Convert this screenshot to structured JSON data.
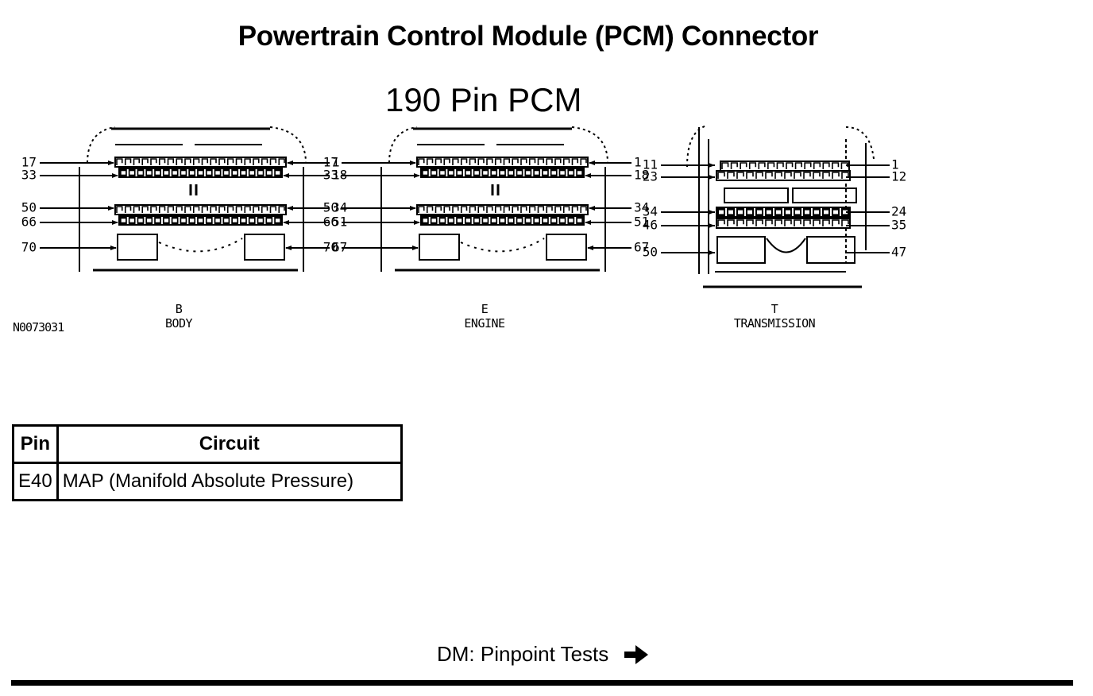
{
  "page": {
    "title": "Powertrain Control Module (PCM) Connector",
    "subtitle": "190 Pin PCM",
    "figure_id": "N0073031"
  },
  "connectors": [
    {
      "letter": "B",
      "name": "BODY",
      "style": "standard",
      "left_labels": [
        "17",
        "33",
        "50",
        "66",
        "70"
      ],
      "right_labels": [
        "1",
        "18",
        "34",
        "51",
        "67"
      ]
    },
    {
      "letter": "E",
      "name": "ENGINE",
      "style": "standard",
      "left_labels": [
        "17",
        "33",
        "50",
        "66",
        "70"
      ],
      "right_labels": [
        "1",
        "18",
        "34",
        "51",
        "67"
      ]
    },
    {
      "letter": "T",
      "name": "TRANSMISSION",
      "style": "transmission",
      "left_labels": [
        "11",
        "23",
        "34",
        "46",
        "50"
      ],
      "right_labels": [
        "1",
        "12",
        "24",
        "35",
        "47"
      ]
    }
  ],
  "pin_table": {
    "headers": {
      "pin": "Pin",
      "circuit": "Circuit"
    },
    "rows": [
      {
        "pin": "E40",
        "circuit": "MAP (Manifold Absolute Pressure)"
      }
    ]
  },
  "footer": {
    "link_label": "DM: Pinpoint Tests",
    "link_icon": "right-arrow-icon"
  }
}
